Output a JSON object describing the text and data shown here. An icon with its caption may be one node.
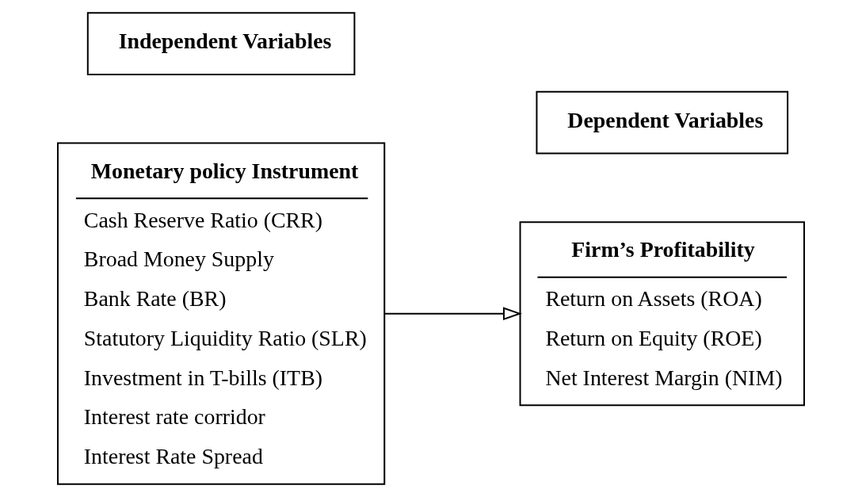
{
  "diagram": {
    "nodes": [
      {
        "text": [
          "Independent Variables"
        ]
      },
      {
        "text": [
          "Dependent Variables"
        ]
      },
      {
        "text": [
          "Monetary policy Instrument",
          "Cash Reserve Ratio (CRR)",
          "Broad Money Supply",
          "Bank Rate (BR)",
          "Statutory Liquidity Ratio (SLR)",
          "Investment in T-bills (ITB)",
          "Interest rate corridor",
          "Interest Rate Spread"
        ]
      },
      {
        "text": [
          "Firm’s Profitability",
          "Return on Assets (ROA)",
          "Return on Equity (ROE)",
          "Net Interest Margin (NIM)"
        ]
      }
    ],
    "edges": [
      {
        "from": 2,
        "to": 3,
        "arrow": "to"
      }
    ]
  }
}
